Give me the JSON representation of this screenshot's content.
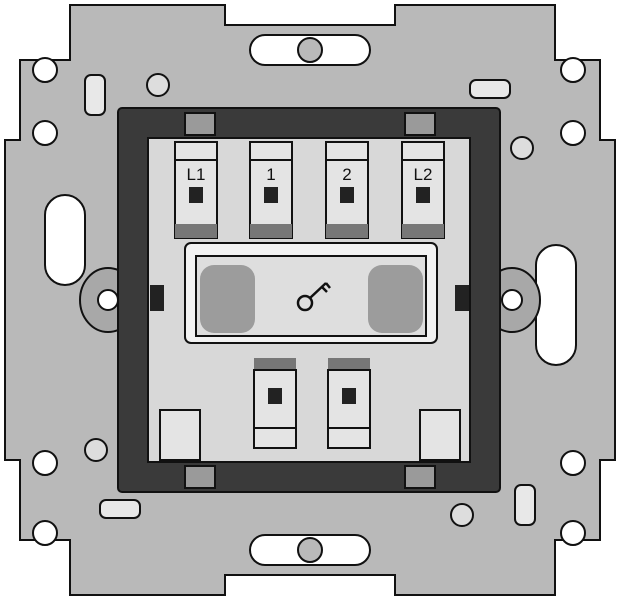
{
  "diagram": {
    "terminals_top": [
      {
        "label": "L1"
      },
      {
        "label": "1"
      },
      {
        "label": "2"
      },
      {
        "label": "L2"
      }
    ],
    "terminals_bottom_count": 2,
    "center_icon": "key-icon",
    "colors": {
      "plate": "#b9b9b9",
      "frame": "#3a3a3a",
      "module": "#e6e6e6",
      "outline": "#111111"
    }
  }
}
